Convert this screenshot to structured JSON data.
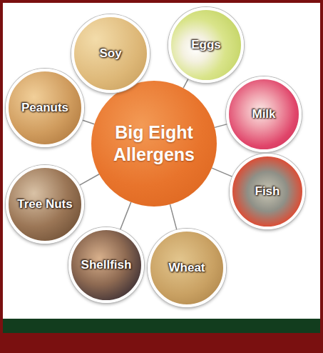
{
  "diagram": {
    "nodes": [
      {
        "text": [
          "Big Eight Allergens"
        ]
      },
      {
        "text": [
          "Soy"
        ]
      },
      {
        "text": [
          "Eggs"
        ]
      },
      {
        "text": [
          "Milk"
        ]
      },
      {
        "text": [
          "Fish"
        ]
      },
      {
        "text": [
          "Wheat"
        ]
      },
      {
        "text": [
          "Shellfish"
        ]
      },
      {
        "text": [
          "Tree Nuts"
        ]
      },
      {
        "text": [
          "Peanuts"
        ]
      }
    ],
    "edges": [
      {
        "from": 0,
        "to": 1,
        "arrow": "none"
      },
      {
        "from": 0,
        "to": 2,
        "arrow": "none"
      },
      {
        "from": 0,
        "to": 3,
        "arrow": "none"
      },
      {
        "from": 0,
        "to": 4,
        "arrow": "none"
      },
      {
        "from": 0,
        "to": 5,
        "arrow": "none"
      },
      {
        "from": 0,
        "to": 6,
        "arrow": "none"
      },
      {
        "from": 0,
        "to": 7,
        "arrow": "none"
      },
      {
        "from": 0,
        "to": 8,
        "arrow": "none"
      }
    ]
  }
}
